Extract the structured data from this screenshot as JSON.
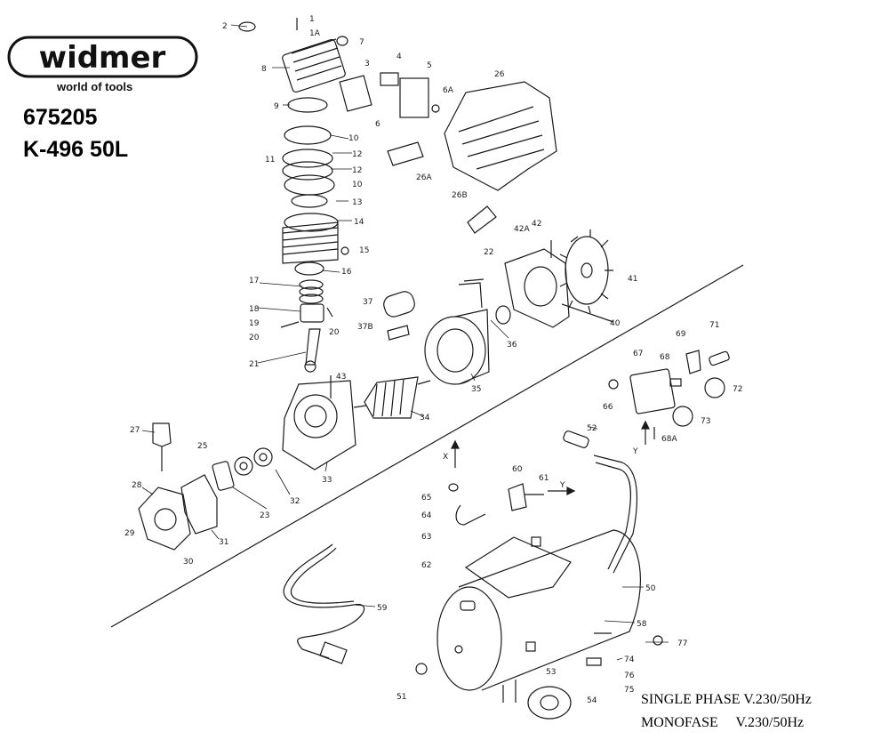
{
  "brand": {
    "logo_text": "widmer",
    "tagline": "world of tools"
  },
  "product": {
    "article_number": "675205",
    "model": "K-496 50L"
  },
  "footer": {
    "line1": "SINGLE PHASE V.230/50Hz",
    "line2": "MONOFASE     V.230/50Hz"
  },
  "callouts": [
    "1",
    "1A",
    "2",
    "3",
    "4",
    "5",
    "6",
    "6A",
    "7",
    "8",
    "9",
    "10",
    "10",
    "11",
    "12",
    "12",
    "13",
    "14",
    "15",
    "16",
    "17",
    "18",
    "19",
    "20",
    "20",
    "21",
    "22",
    "23",
    "25",
    "26",
    "26A",
    "26B",
    "27",
    "28",
    "29",
    "30",
    "31",
    "32",
    "33",
    "34",
    "35",
    "36",
    "37",
    "37B",
    "40",
    "41",
    "42",
    "42A",
    "43",
    "50",
    "51",
    "52",
    "53",
    "54",
    "58",
    "59",
    "60",
    "61",
    "62",
    "63",
    "64",
    "65",
    "66",
    "67",
    "68",
    "68A",
    "69",
    "71",
    "72",
    "73",
    "74",
    "75",
    "76",
    "77",
    "X",
    "Y",
    "Y"
  ],
  "colors": {
    "ink": "#1a1a1a",
    "background": "#ffffff"
  }
}
